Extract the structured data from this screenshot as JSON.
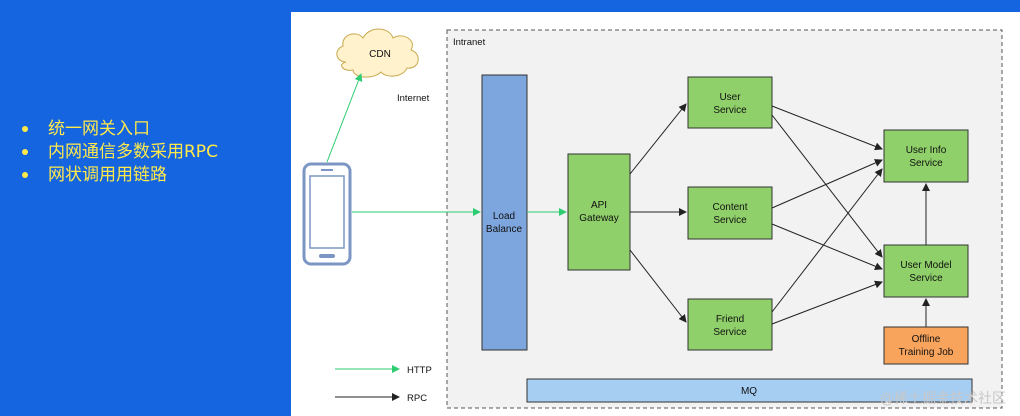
{
  "bullets": [
    "统一网关入口",
    "内网通信多数采用RPC",
    "网状调用用链路"
  ],
  "diagram": {
    "cdn": "CDN",
    "internet_label": "Internet",
    "intranet_label": "Intranet",
    "load_balance": [
      "Load",
      "Balance"
    ],
    "api_gateway": [
      "API",
      "Gateway"
    ],
    "user_service": [
      "User",
      "Service"
    ],
    "content_service": [
      "Content",
      "Service"
    ],
    "friend_service": [
      "Friend",
      "Service"
    ],
    "user_info_service": [
      "User Info",
      "Service"
    ],
    "user_model_service": [
      "User Model",
      "Service"
    ],
    "offline_training_job": [
      "Offline",
      "Training Job"
    ],
    "mq": "MQ",
    "legend_http": "HTTP",
    "legend_rpc": "RPC"
  },
  "colors": {
    "background": "#1565e0",
    "bullet_text": "#ffe94a",
    "service_fill": "#8fd06a",
    "load_balance_fill": "#7ea6de",
    "offline_fill": "#f9a45c",
    "mq_fill": "#a6cdf2",
    "http_arrow": "#2ecc71",
    "rpc_arrow": "#222222"
  },
  "watermark": "@稀土掘金技术社区"
}
